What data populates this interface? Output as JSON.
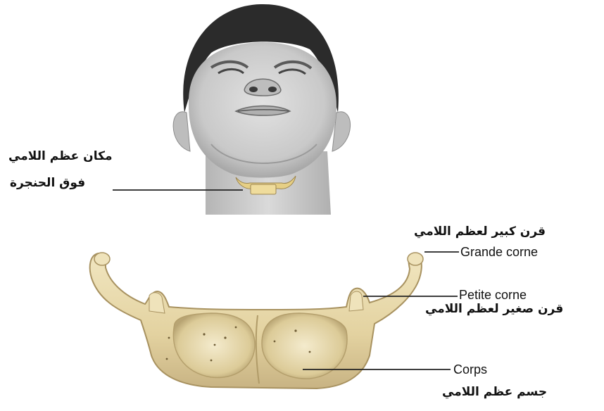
{
  "figure": {
    "head_labels": {
      "line1": "مكان عظم اللامي",
      "line2": "فوق الحنجرة"
    },
    "bone_labels": {
      "grande_corne_ar": "قرن كبير لعظم اللامي",
      "grande_corne_fr": "Grande corne",
      "petite_corne_fr": "Petite corne",
      "petite_corne_ar": "قرن صغير لعظم اللامي",
      "corps_fr": "Corps",
      "corps_ar": "جسم عظم اللامي"
    },
    "colors": {
      "bone": "#e6d7a8",
      "bone_shadow": "#b9a678",
      "skin": "#cfcfcf",
      "hair": "#2b2b2b",
      "leader_line": "#222222"
    }
  }
}
